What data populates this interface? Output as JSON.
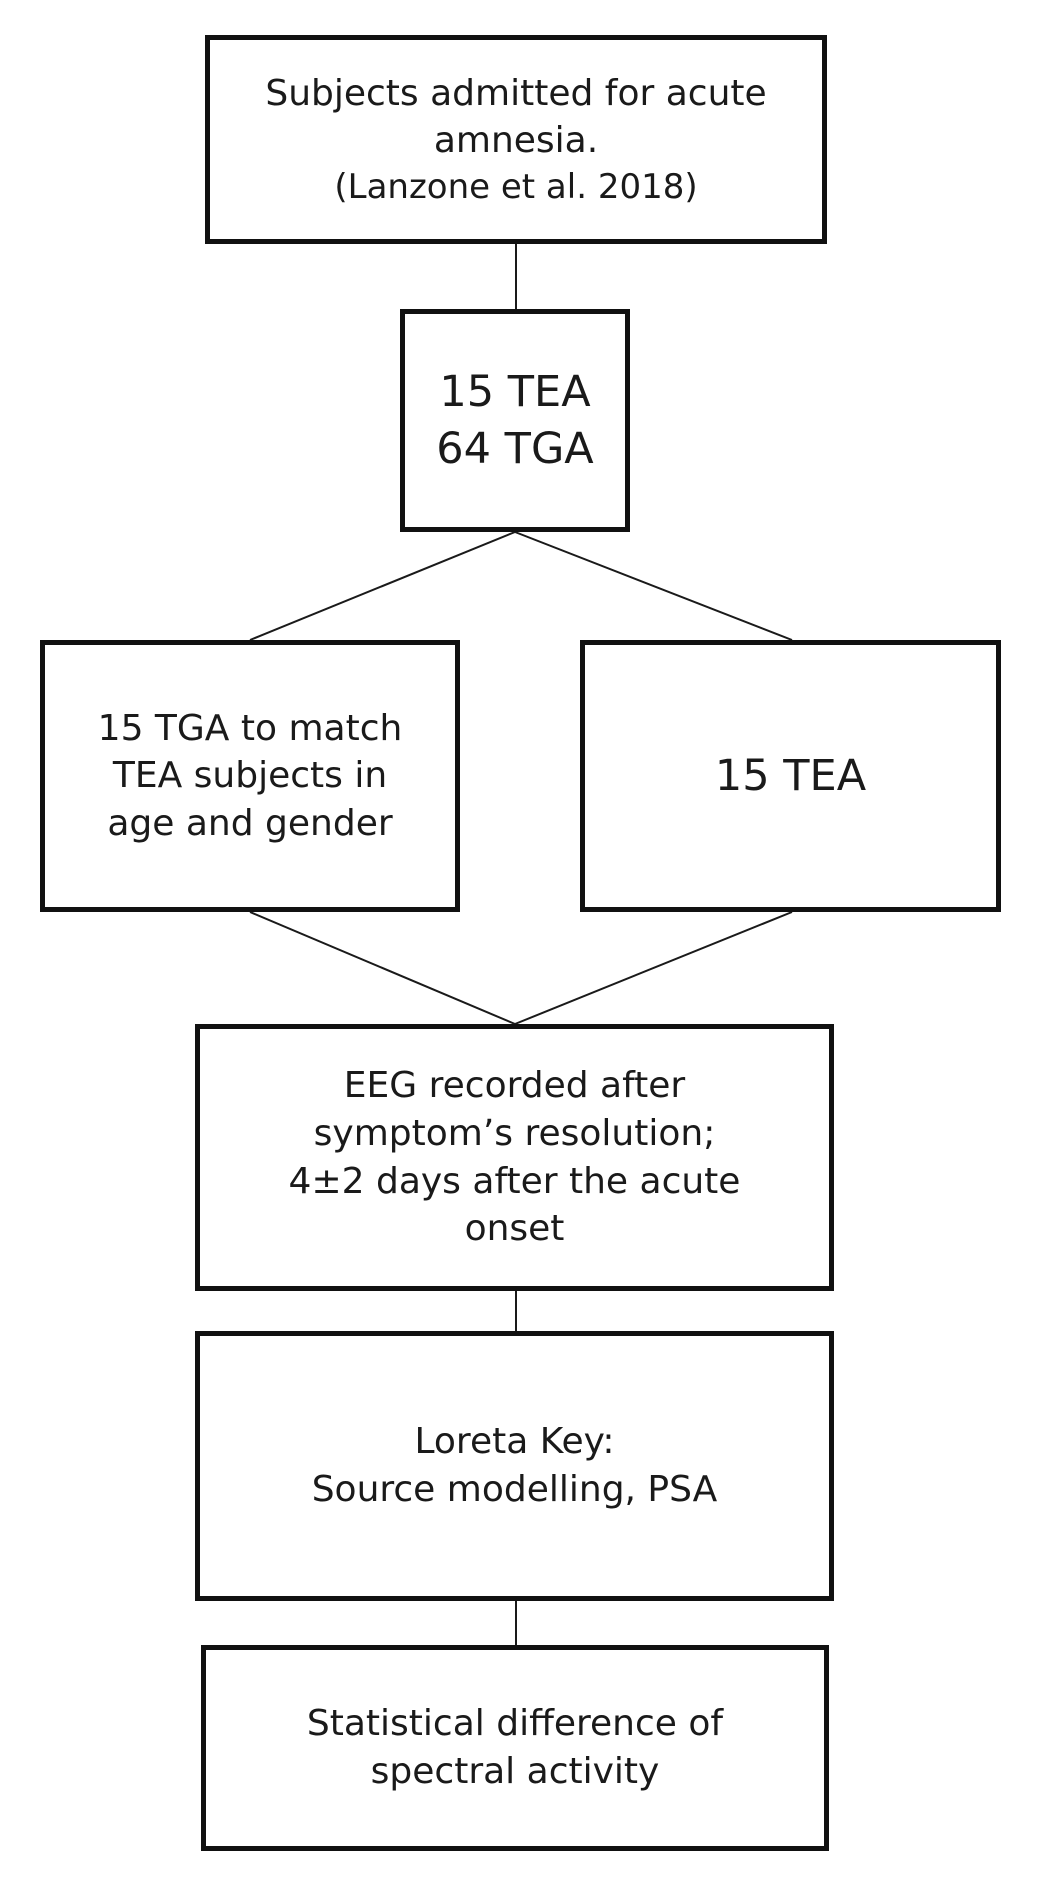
{
  "diagram": {
    "nodes": {
      "admitted": {
        "lines": [
          "Subjects admitted for acute",
          "amnesia.",
          "(Lanzone et al. 2018)"
        ]
      },
      "counts": {
        "lines": [
          "15 TEA",
          "64 TGA"
        ]
      },
      "tga_match": {
        "lines": [
          "15 TGA to match",
          "TEA subjects in",
          "age and  gender"
        ]
      },
      "tea_group": {
        "lines": [
          "15 TEA"
        ]
      },
      "eeg": {
        "lines": [
          "EEG recorded after",
          "symptom’s resolution;",
          "4±2 days after the acute",
          "onset"
        ]
      },
      "loreta": {
        "lines": [
          "Loreta Key:",
          "Source modelling,  PSA"
        ]
      },
      "statistics": {
        "lines": [
          "Statistical difference of",
          "spectral activity"
        ]
      }
    },
    "edges": [
      {
        "from": "admitted",
        "to": "counts"
      },
      {
        "from": "counts",
        "to": "tga_match"
      },
      {
        "from": "counts",
        "to": "tea_group"
      },
      {
        "from": "tga_match",
        "to": "eeg"
      },
      {
        "from": "tea_group",
        "to": "eeg"
      },
      {
        "from": "eeg",
        "to": "loreta"
      },
      {
        "from": "loreta",
        "to": "statistics"
      }
    ]
  }
}
